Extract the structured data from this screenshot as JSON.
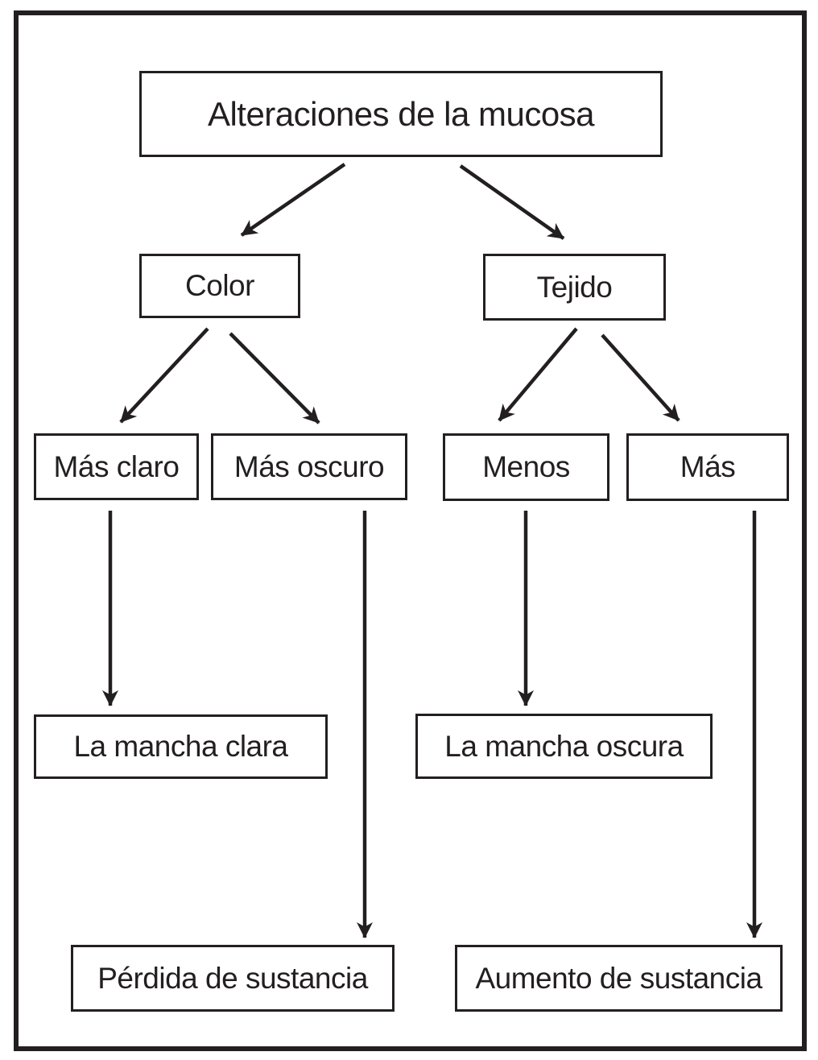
{
  "diagram": {
    "type": "flowchart",
    "colors": {
      "ink": "#231f20",
      "background": "#ffffff"
    },
    "nodes": {
      "root": {
        "label": "Alteraciones de la mucosa"
      },
      "color": {
        "label": "Color"
      },
      "tejido": {
        "label": "Tejido"
      },
      "mas_claro": {
        "label": "Más claro"
      },
      "mas_oscuro": {
        "label": "Más oscuro"
      },
      "menos": {
        "label": "Menos"
      },
      "mas": {
        "label": "Más"
      },
      "mancha_clara": {
        "label": "La mancha clara"
      },
      "mancha_oscura": {
        "label": "La mancha oscura"
      },
      "perdida": {
        "label": "Pérdida de sustancia"
      },
      "aumento": {
        "label": "Aumento de sustancia"
      }
    },
    "edges": [
      {
        "from": "root",
        "to": "color"
      },
      {
        "from": "root",
        "to": "tejido"
      },
      {
        "from": "color",
        "to": "mas_claro"
      },
      {
        "from": "color",
        "to": "mas_oscuro"
      },
      {
        "from": "tejido",
        "to": "menos"
      },
      {
        "from": "tejido",
        "to": "mas"
      },
      {
        "from": "mas_claro",
        "to": "mancha_clara"
      },
      {
        "from": "mas_oscuro",
        "to": "perdida"
      },
      {
        "from": "menos",
        "to": "mancha_oscura"
      },
      {
        "from": "mas",
        "to": "aumento"
      }
    ]
  }
}
